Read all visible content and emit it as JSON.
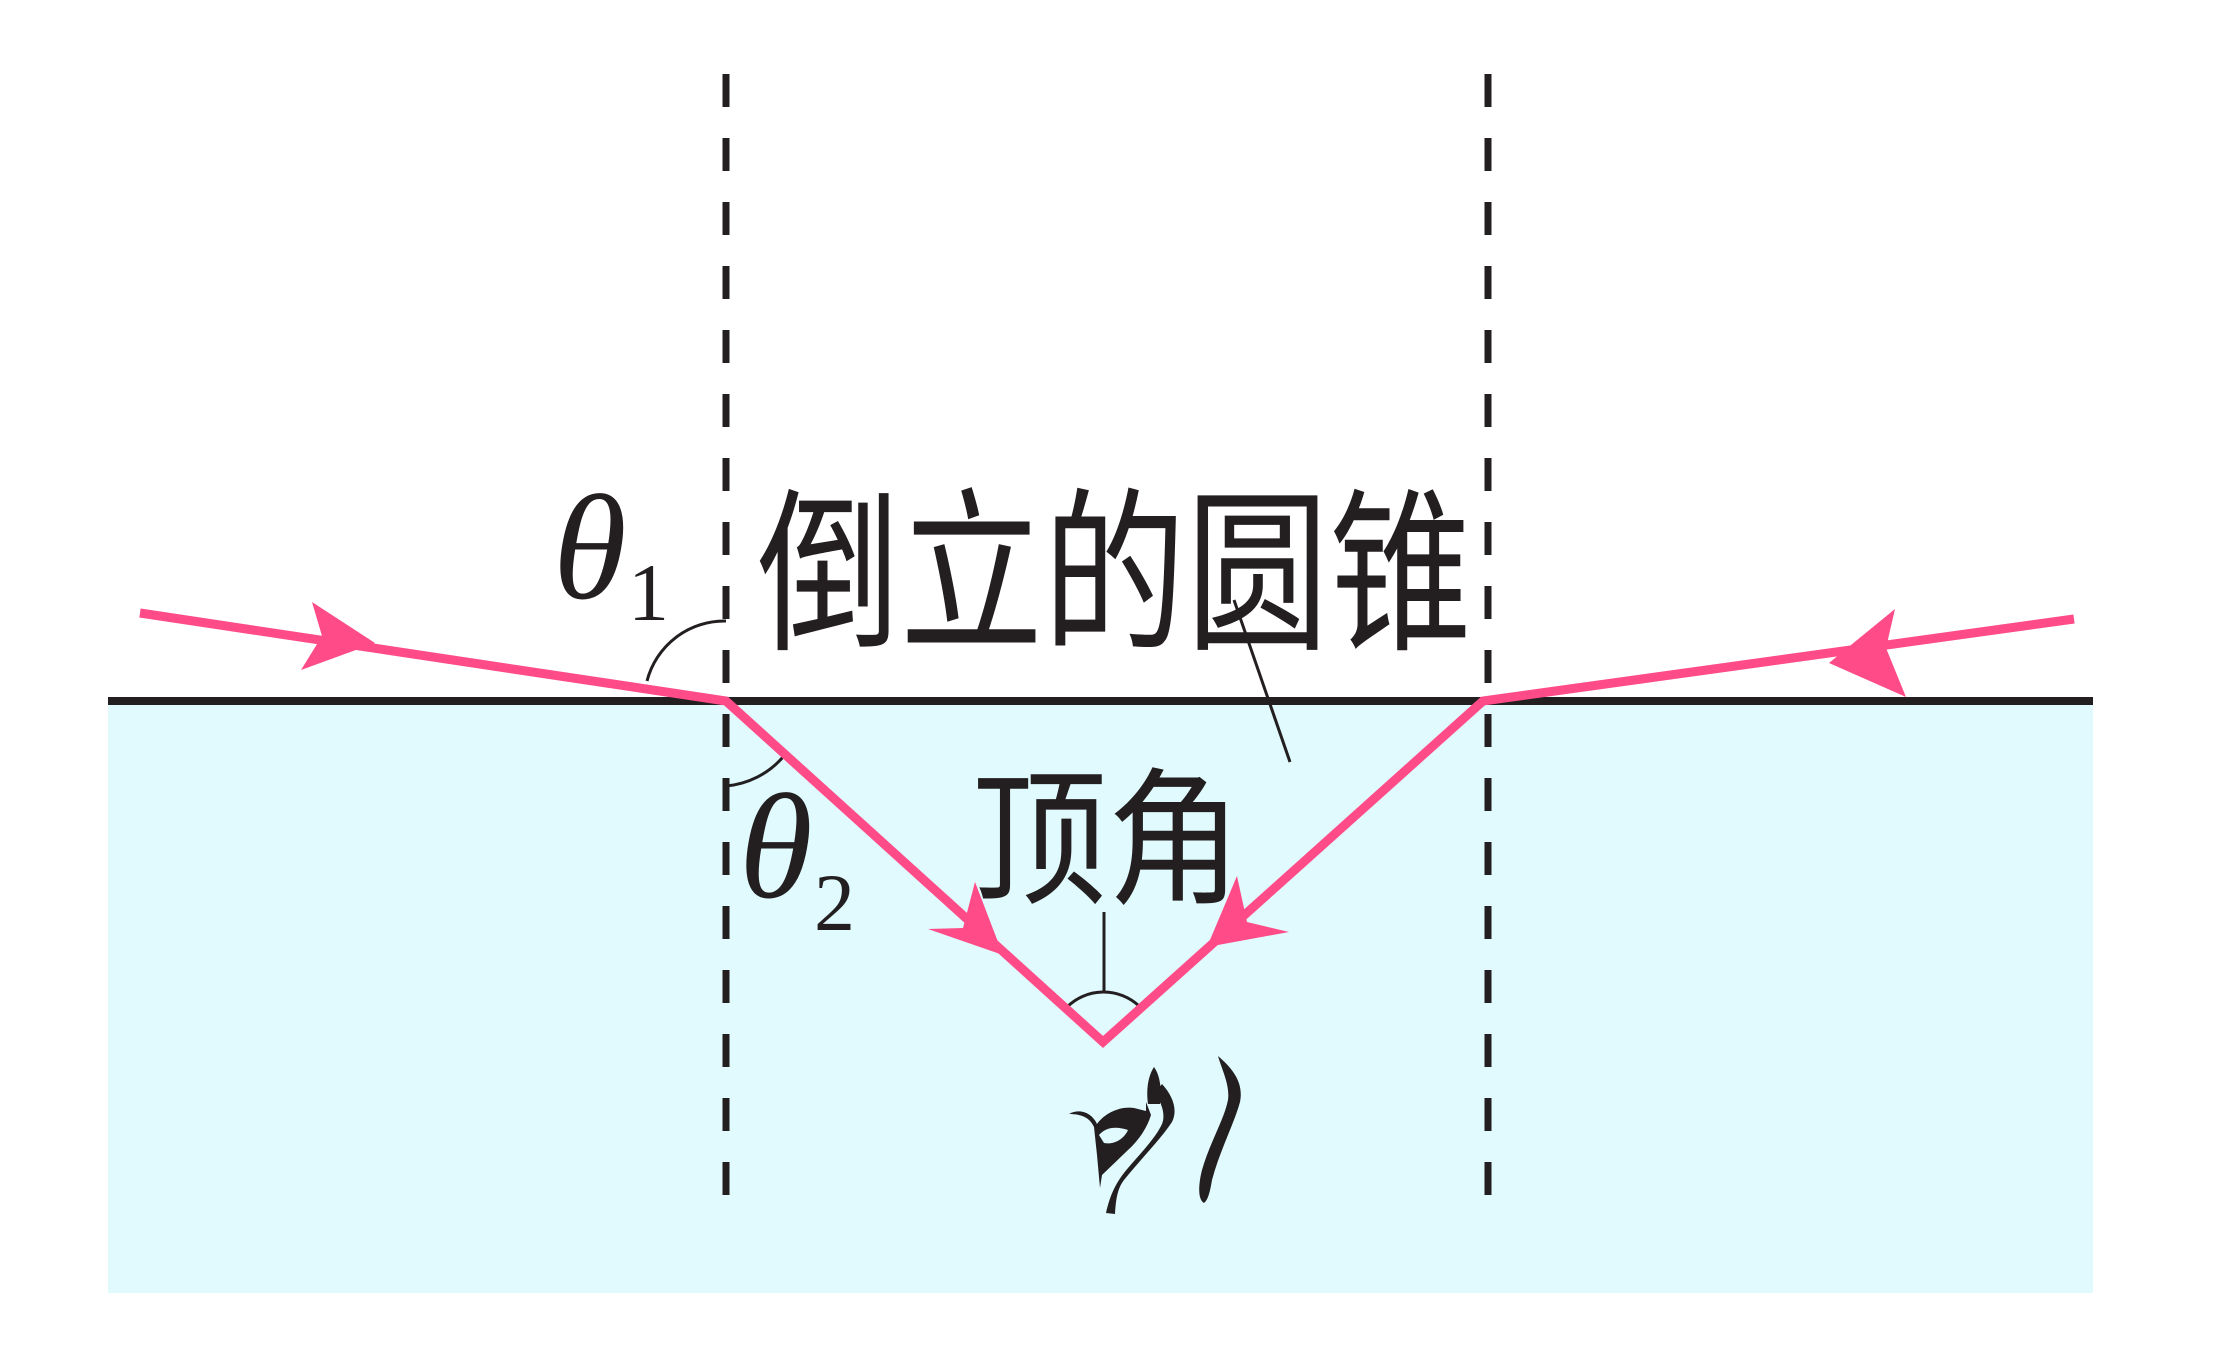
{
  "diagram": {
    "type": "optics-refraction",
    "colors": {
      "water": "#e0fafe",
      "background": "#ffffff",
      "ray": "#ff4b87",
      "ink": "#231f20"
    },
    "labels": {
      "cone": "倒立的圆锥",
      "apex_angle": "顶角",
      "theta1_symbol": "θ",
      "theta1_subscript": "1",
      "theta2_symbol": "θ",
      "theta2_subscript": "2"
    },
    "elements": {
      "surface": "water-surface-line",
      "normals": [
        "left-normal-dashed",
        "right-normal-dashed"
      ],
      "rays": [
        "left-incident-ray",
        "left-refracted-ray",
        "right-incident-ray",
        "right-refracted-ray"
      ],
      "observer": "eye-icon"
    }
  }
}
